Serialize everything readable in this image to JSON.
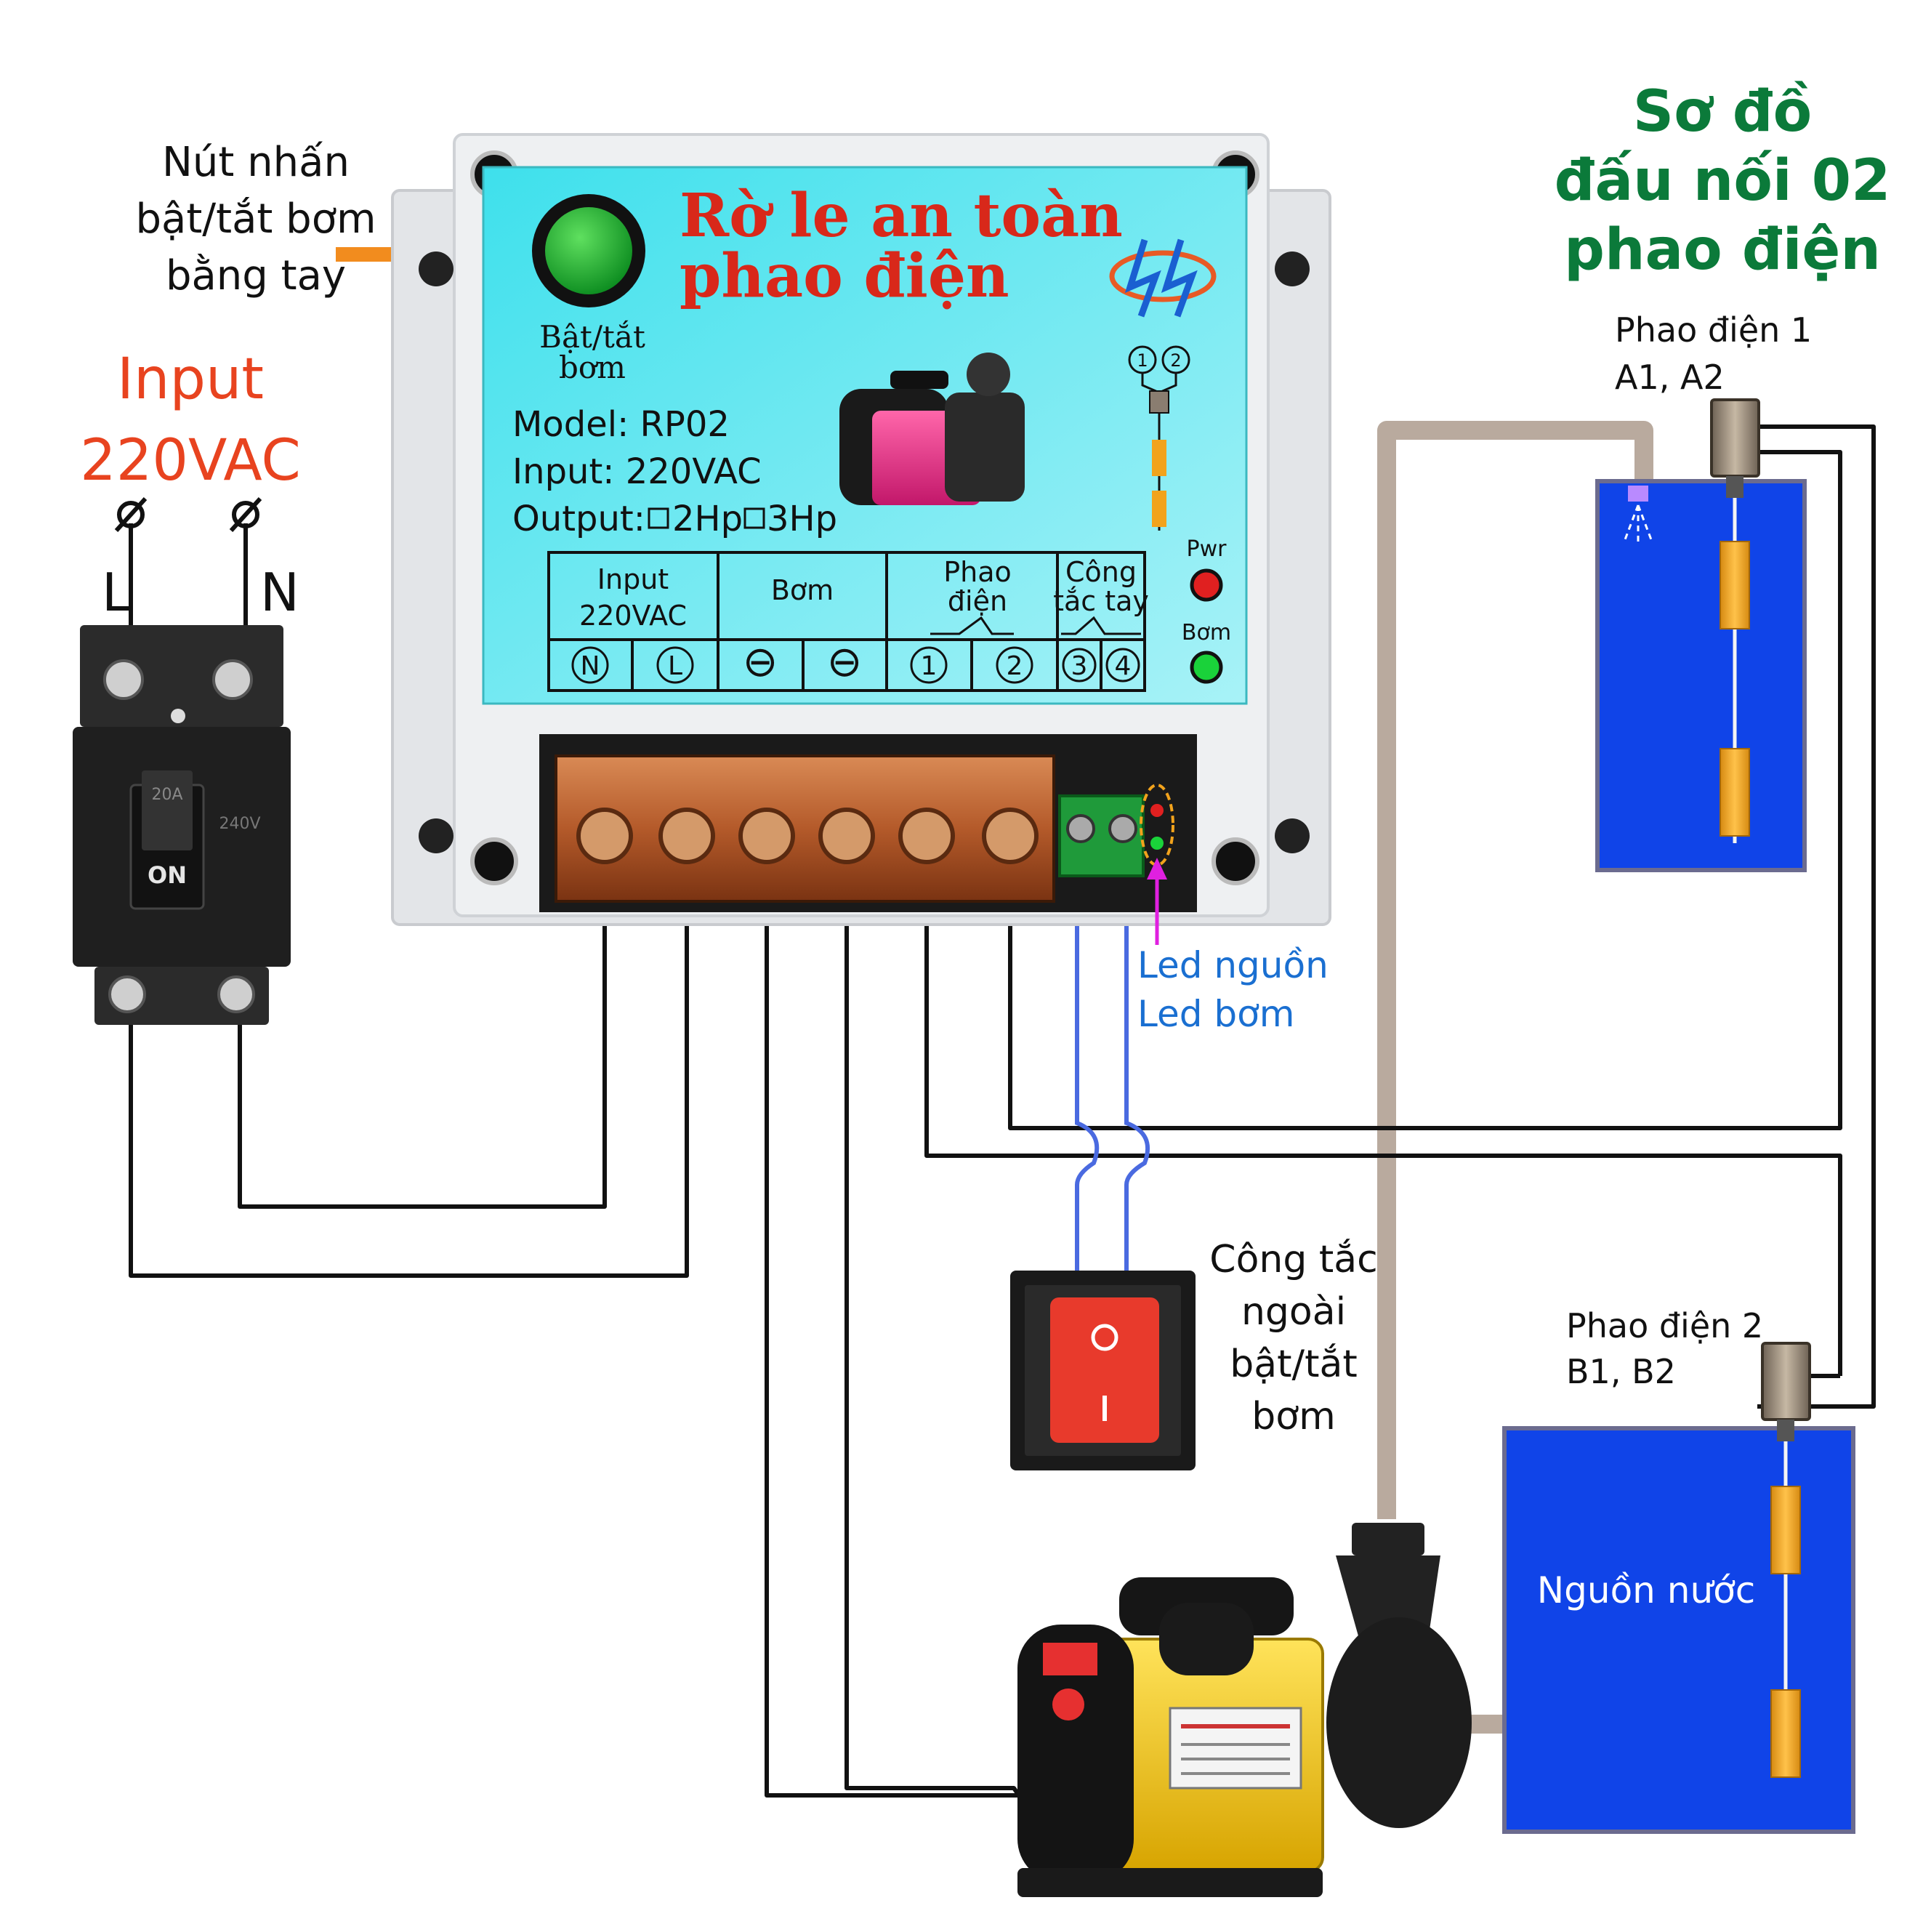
{
  "diagram_title": [
    "Sơ đồ",
    "đấu nối 02",
    "phao điện"
  ],
  "push_button_label": [
    "Nút nhấn",
    "bật/tắt bơm",
    "bằng tay"
  ],
  "input_label": [
    "Input",
    "220VAC"
  ],
  "terminal_L": "L",
  "terminal_N": "N",
  "breaker": {
    "rating": "20A",
    "voltage": "240V",
    "switch": "ON"
  },
  "relay": {
    "title": [
      "Rờ le an toàn",
      "phao điện"
    ],
    "button_label": [
      "Bật/tắt",
      "bơm"
    ],
    "model": "Model:  RP02",
    "input": "Input: 220VAC",
    "output_prefix": "Output:",
    "output_option_1": "2Hp",
    "output_option_2": "3Hp",
    "led_pwr": "Pwr",
    "led_pump": "Bơm",
    "terminal_table": {
      "headers": [
        [
          "Input",
          "220VAC"
        ],
        [
          "Bơm"
        ],
        [
          "Phao",
          "điện"
        ],
        [
          "Công",
          "tắc tay"
        ]
      ],
      "terminals": [
        "N",
        "L",
        "⊖",
        "⊖",
        "1",
        "2",
        "3",
        "4"
      ]
    },
    "float_icon_labels": [
      "1",
      "2"
    ]
  },
  "led_annotation": [
    "Led  nguồn",
    "Led bơm"
  ],
  "external_switch_label": [
    "Công tắc",
    "ngoài",
    "bật/tắt",
    "bơm"
  ],
  "float_1_label": [
    "Phao điện 1",
    "A1, A2"
  ],
  "float_2_label": [
    "Phao điện 2",
    "B1, B2"
  ],
  "water_source_label": "Nguồn nước",
  "colors": {
    "title_green": "#0b7a3a",
    "input_red": "#e8431f",
    "relay_title_red": "#d8281a",
    "panel_cyan": "#7fe9f0",
    "tank_blue": "#1044e8",
    "led_blue_text": "#1a6fd1",
    "pipe": "#b9aa9e",
    "arrow_orange": "#f28c1e",
    "float_orange": "#f2a31c"
  }
}
